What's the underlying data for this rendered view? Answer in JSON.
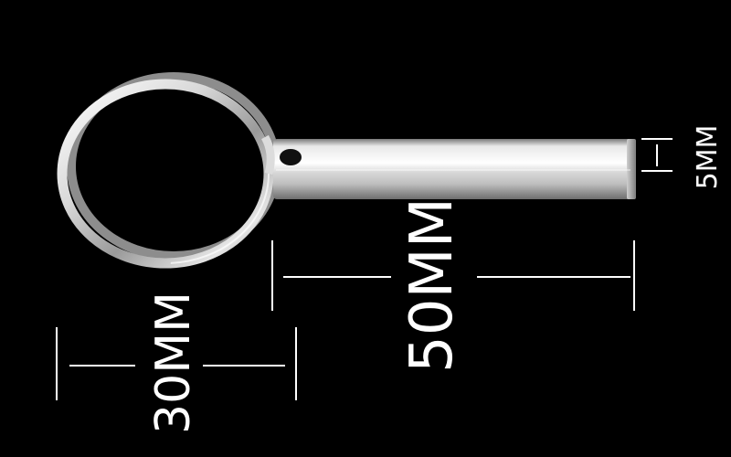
{
  "dimensions": {
    "ring_diameter": "30MM",
    "bar_length": "50MM",
    "bar_width": "5MM"
  },
  "colors": {
    "background": "#000000",
    "dimension_lines": "#ffffff",
    "metal_light": "#f2f2f2",
    "metal_dark": "#8a8a8a"
  }
}
